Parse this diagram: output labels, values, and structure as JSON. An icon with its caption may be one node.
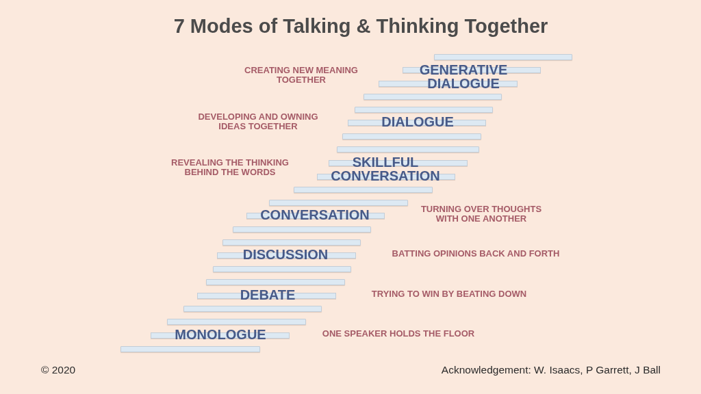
{
  "diagram": {
    "title": "7 Modes of Talking & Thinking Together",
    "nodes": [
      {
        "text": [],
        "shape": "bar"
      },
      {
        "text": [
          "GENERATIVE DIALOGUE"
        ]
      },
      {
        "text": [],
        "shape": "bar"
      },
      {
        "text": [],
        "shape": "bar"
      },
      {
        "text": [
          "DIALOGUE"
        ]
      },
      {
        "text": [],
        "shape": "bar"
      },
      {
        "text": [],
        "shape": "bar"
      },
      {
        "text": [
          "SKILLFUL CONVERSATION"
        ]
      },
      {
        "text": [],
        "shape": "bar"
      },
      {
        "text": [],
        "shape": "bar"
      },
      {
        "text": [
          "CONVERSATION"
        ]
      },
      {
        "text": [],
        "shape": "bar"
      },
      {
        "text": [],
        "shape": "bar"
      },
      {
        "text": [
          "DISCUSSION"
        ]
      },
      {
        "text": [],
        "shape": "bar"
      },
      {
        "text": [],
        "shape": "bar"
      },
      {
        "text": [
          "DEBATE"
        ]
      },
      {
        "text": [],
        "shape": "bar"
      },
      {
        "text": [],
        "shape": "bar"
      },
      {
        "text": [
          "MONOLOGUE"
        ]
      },
      {
        "text": [],
        "shape": "bar"
      }
    ],
    "labels": [
      "CREATING NEW MEANING TOGETHER",
      "DEVELOPING AND OWNING IDEAS TOGETHER",
      "REVEALING THE THINKING BEHIND THE WORDS",
      "TURNING OVER THOUGHTS WITH ONE ANOTHER",
      "BATTING OPINIONS BACK AND FORTH",
      "TRYING TO WIN BY BEATING DOWN",
      "ONE SPEAKER HOLDS THE FLOOR",
      "© 2020",
      "Acknowledgement: W. Isaacs, P Garrett, J Ball"
    ]
  }
}
